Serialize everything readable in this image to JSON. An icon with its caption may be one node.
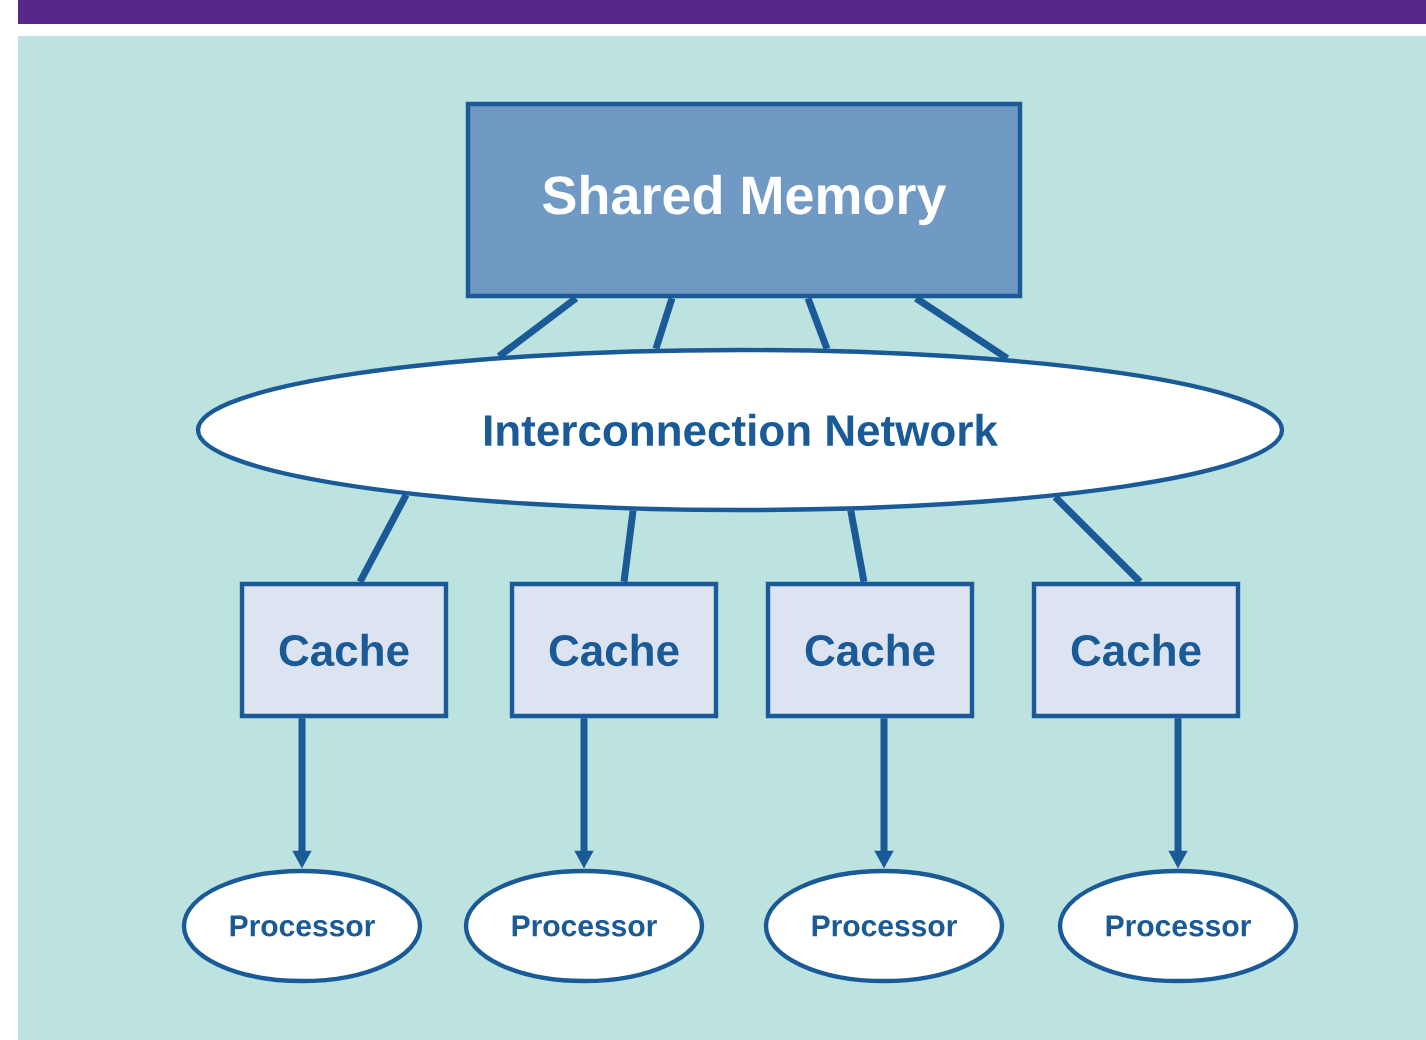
{
  "diagram": {
    "nodes": [
      {
        "text": [
          "Shared Memory"
        ]
      },
      {
        "text": [
          "Interconnection Network"
        ]
      },
      {
        "text": [
          "Cache"
        ]
      },
      {
        "text": [
          "Cache"
        ]
      },
      {
        "text": [
          "Cache"
        ]
      },
      {
        "text": [
          "Cache"
        ]
      },
      {
        "text": [
          "Processor"
        ]
      },
      {
        "text": [
          "Processor"
        ]
      },
      {
        "text": [
          "Processor"
        ]
      },
      {
        "text": [
          "Processor"
        ]
      }
    ],
    "edges": [
      {
        "from": 0,
        "to": 1,
        "arrow": "none"
      },
      {
        "from": 0,
        "to": 1,
        "arrow": "none"
      },
      {
        "from": 0,
        "to": 1,
        "arrow": "none"
      },
      {
        "from": 0,
        "to": 1,
        "arrow": "none"
      },
      {
        "from": 1,
        "to": 2,
        "arrow": "none"
      },
      {
        "from": 1,
        "to": 3,
        "arrow": "none"
      },
      {
        "from": 1,
        "to": 4,
        "arrow": "none"
      },
      {
        "from": 1,
        "to": 5,
        "arrow": "none"
      },
      {
        "from": 2,
        "to": 6,
        "arrow": "to"
      },
      {
        "from": 3,
        "to": 7,
        "arrow": "to"
      },
      {
        "from": 4,
        "to": 8,
        "arrow": "to"
      },
      {
        "from": 5,
        "to": 9,
        "arrow": "to"
      }
    ]
  }
}
